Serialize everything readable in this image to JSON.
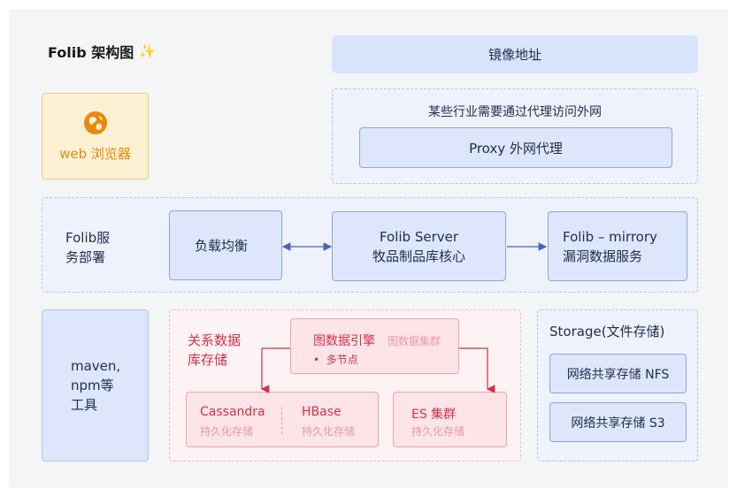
{
  "title": "Folib 架构图",
  "title_emoji": "✨",
  "mirror": {
    "label": "镜像地址"
  },
  "browser": {
    "label": "web 浏览器",
    "icon": "globe-icon"
  },
  "proxy": {
    "note": "某些行业需要通过代理访问外网",
    "box_label": "Proxy 外网代理"
  },
  "deploy": {
    "label_line1": "Folib服",
    "label_line2": "务部署",
    "load_balancer": "负载均衡",
    "server_line1": "Folib Server",
    "server_line2": "牧品制品库核心",
    "mirrory_line1": "Folib – mirrory",
    "mirrory_line2": "漏洞数据服务"
  },
  "tools": {
    "line1": "maven,",
    "line2": "npm等",
    "line3": "工具"
  },
  "database": {
    "label_line1": "关系数据",
    "label_line2": "库存储",
    "graph_title": "图数据引擎",
    "graph_cluster": "图数据集群",
    "graph_bullet": "多节点",
    "cassandra_title": "Cassandra",
    "cassandra_sub": "持久化存储",
    "hbase_title": "HBase",
    "hbase_sub": "持久化存储",
    "es_title": "ES 集群",
    "es_sub": "持久化存储"
  },
  "storage": {
    "title": "Storage(文件存储)",
    "nfs": "网络共享存储 NFS",
    "s3": "网络共享存储 S3"
  },
  "colors": {
    "blue_fill": "#dde6fa",
    "blue_border": "#8ea4dc",
    "orange": "#e78a09",
    "pink_text": "#d0334b",
    "connector": "#4a5fc1"
  }
}
